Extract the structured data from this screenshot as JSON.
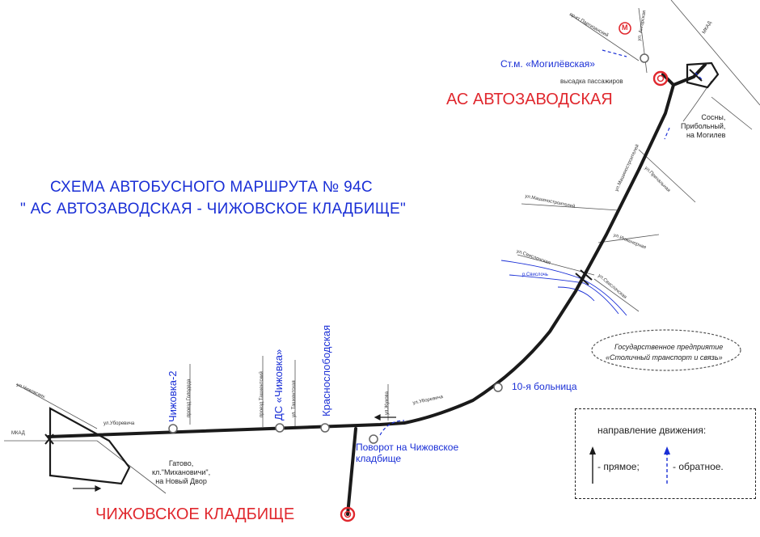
{
  "title": {
    "line1": "СХЕМА АВТОБУСНОГО МАРШРУТА № 94С",
    "line2": "\" АС АВТОЗАВОДСКАЯ - ЧИЖОВСКОЕ КЛАДБИЩЕ\""
  },
  "terminals": {
    "start": "АС АВТОЗАВОДСКАЯ",
    "end": "ЧИЖОВСКОЕ КЛАДБИЩЕ"
  },
  "stops": {
    "metro": "Ст.м. «Могилёвская»",
    "dropoff": "высадка пассажиров",
    "hospital": "10-я больница",
    "turn": "Поворот на Чижовское кладбище",
    "krasnoslobodskaya": "Краснослободская",
    "ds_chizhovka": "ДС «Чижовка»",
    "chizhovka2": "Чижовка-2"
  },
  "metro_symbol": "М",
  "streets": {
    "partizanskiy": "пр-кт Партизанский",
    "angarskaya": "ул. Ангарская",
    "mkad_ne": "МКАД",
    "mashinostroiteley_diag": "ул.Машиностроителей",
    "mashinostroiteley": "ул.Машиностроителей",
    "prichalnaya": "ул.Причальная",
    "innovatsionnaya": "ул.Инженерная",
    "svisloch_w": "ул.Свислочская",
    "svisloch_e": "ул.Свислочская",
    "river": "р.Свислочь",
    "uborevicha_w": "ул.Уборевича",
    "uborevicha_e": "ул.Уборевича",
    "chizhevskikh": "ул.Чижевских",
    "mkad_w": "МКАД",
    "zhukova": "ул.Жукова",
    "tashkent1": "проезд Ташкентский",
    "tashkent2": "ул. Ташкентская",
    "zhuka": "проезд Голодеда"
  },
  "destinations": {
    "sosny": "Сосны,\nПрибольный,\nна Могилев",
    "gatovo": "Гатово,\nкл.\"Михановичи\",\nна Новый Двор"
  },
  "company": {
    "line1": "Государственное предприятие",
    "line2": "«Столичный транспорт и связь»"
  },
  "legend": {
    "title": "направление движения:",
    "forward": "- прямое;",
    "reverse": "- обратное."
  },
  "colors": {
    "route": "#1a1a1a",
    "accent": "#1a2fd6",
    "terminal": "#e0282e"
  }
}
